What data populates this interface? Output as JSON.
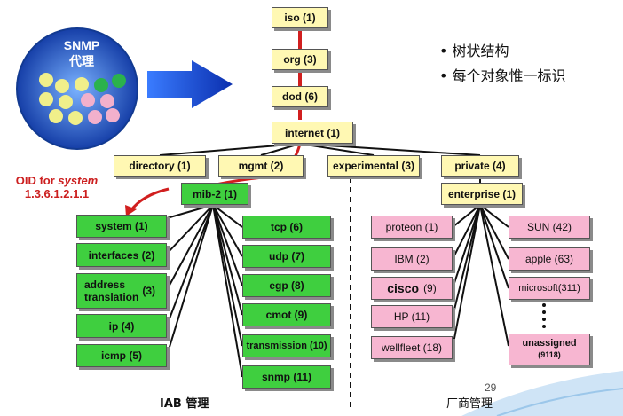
{
  "bullets": [
    "树状结构",
    "每个对象惟一标识"
  ],
  "agent": {
    "line1": "SNMP",
    "line2": "代理"
  },
  "oid": {
    "line1": "OID for ",
    "line1_em": "system",
    "line2": "1.3.6.1.2.1.1"
  },
  "nodes": {
    "iso": "iso (1)",
    "org": "org (3)",
    "dod": "dod (6)",
    "internet": "internet (1)",
    "directory": "directory (1)",
    "mgmt": "mgmt (2)",
    "experimental": "experimental (3)",
    "private": "private (4)",
    "mib2": "mib-2 (1)",
    "enterprise": "enterprise (1)",
    "system": "system (1)",
    "interfaces": "interfaces (2)",
    "address_a": "address",
    "address_b": "translation",
    "address_n": "(3)",
    "ip": "ip (4)",
    "icmp": "icmp (5)",
    "tcp": "tcp (6)",
    "udp": "udp (7)",
    "egp": "egp (8)",
    "cmot": "cmot (9)",
    "transmission": "transmission (10)",
    "snmp": "snmp (11)",
    "proteon": "proteon (1)",
    "ibm": "IBM (2)",
    "cisco": "cisco",
    "cisco_n": "(9)",
    "hp": "HP (11)",
    "wellfleet": "wellfleet (18)",
    "sun": "SUN (42)",
    "apple": "apple (63)",
    "microsoft": "microsoft(311)",
    "unassigned": "unassigned",
    "unassigned_n": "(9118)"
  },
  "labels": {
    "iab": "IAB 管理",
    "vendor": "厂商管理"
  },
  "page_number": "29",
  "colors": {
    "yellow": "#fff8b3",
    "green": "#3fcf3f",
    "pink": "#f7b6d1",
    "red": "#cc1f1f",
    "arrow": "#1c4fd9",
    "circle": "#2a57c9"
  }
}
